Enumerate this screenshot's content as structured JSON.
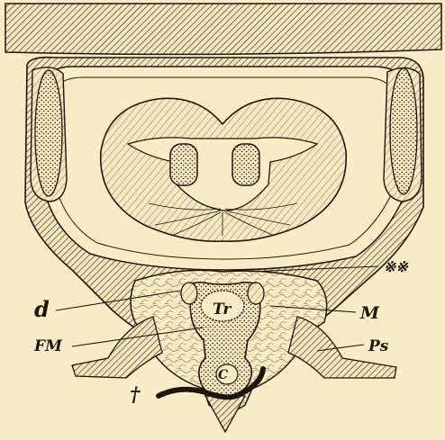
{
  "figure": {
    "labels": {
      "d": "d",
      "tr": "Tr",
      "m": "M",
      "fm": "FM",
      "ps": "Ps",
      "c": "C",
      "dagger": "†",
      "asterisks": "※※"
    }
  },
  "colors": {
    "paper": "#f8ecc6",
    "ink": "#1c160f"
  }
}
